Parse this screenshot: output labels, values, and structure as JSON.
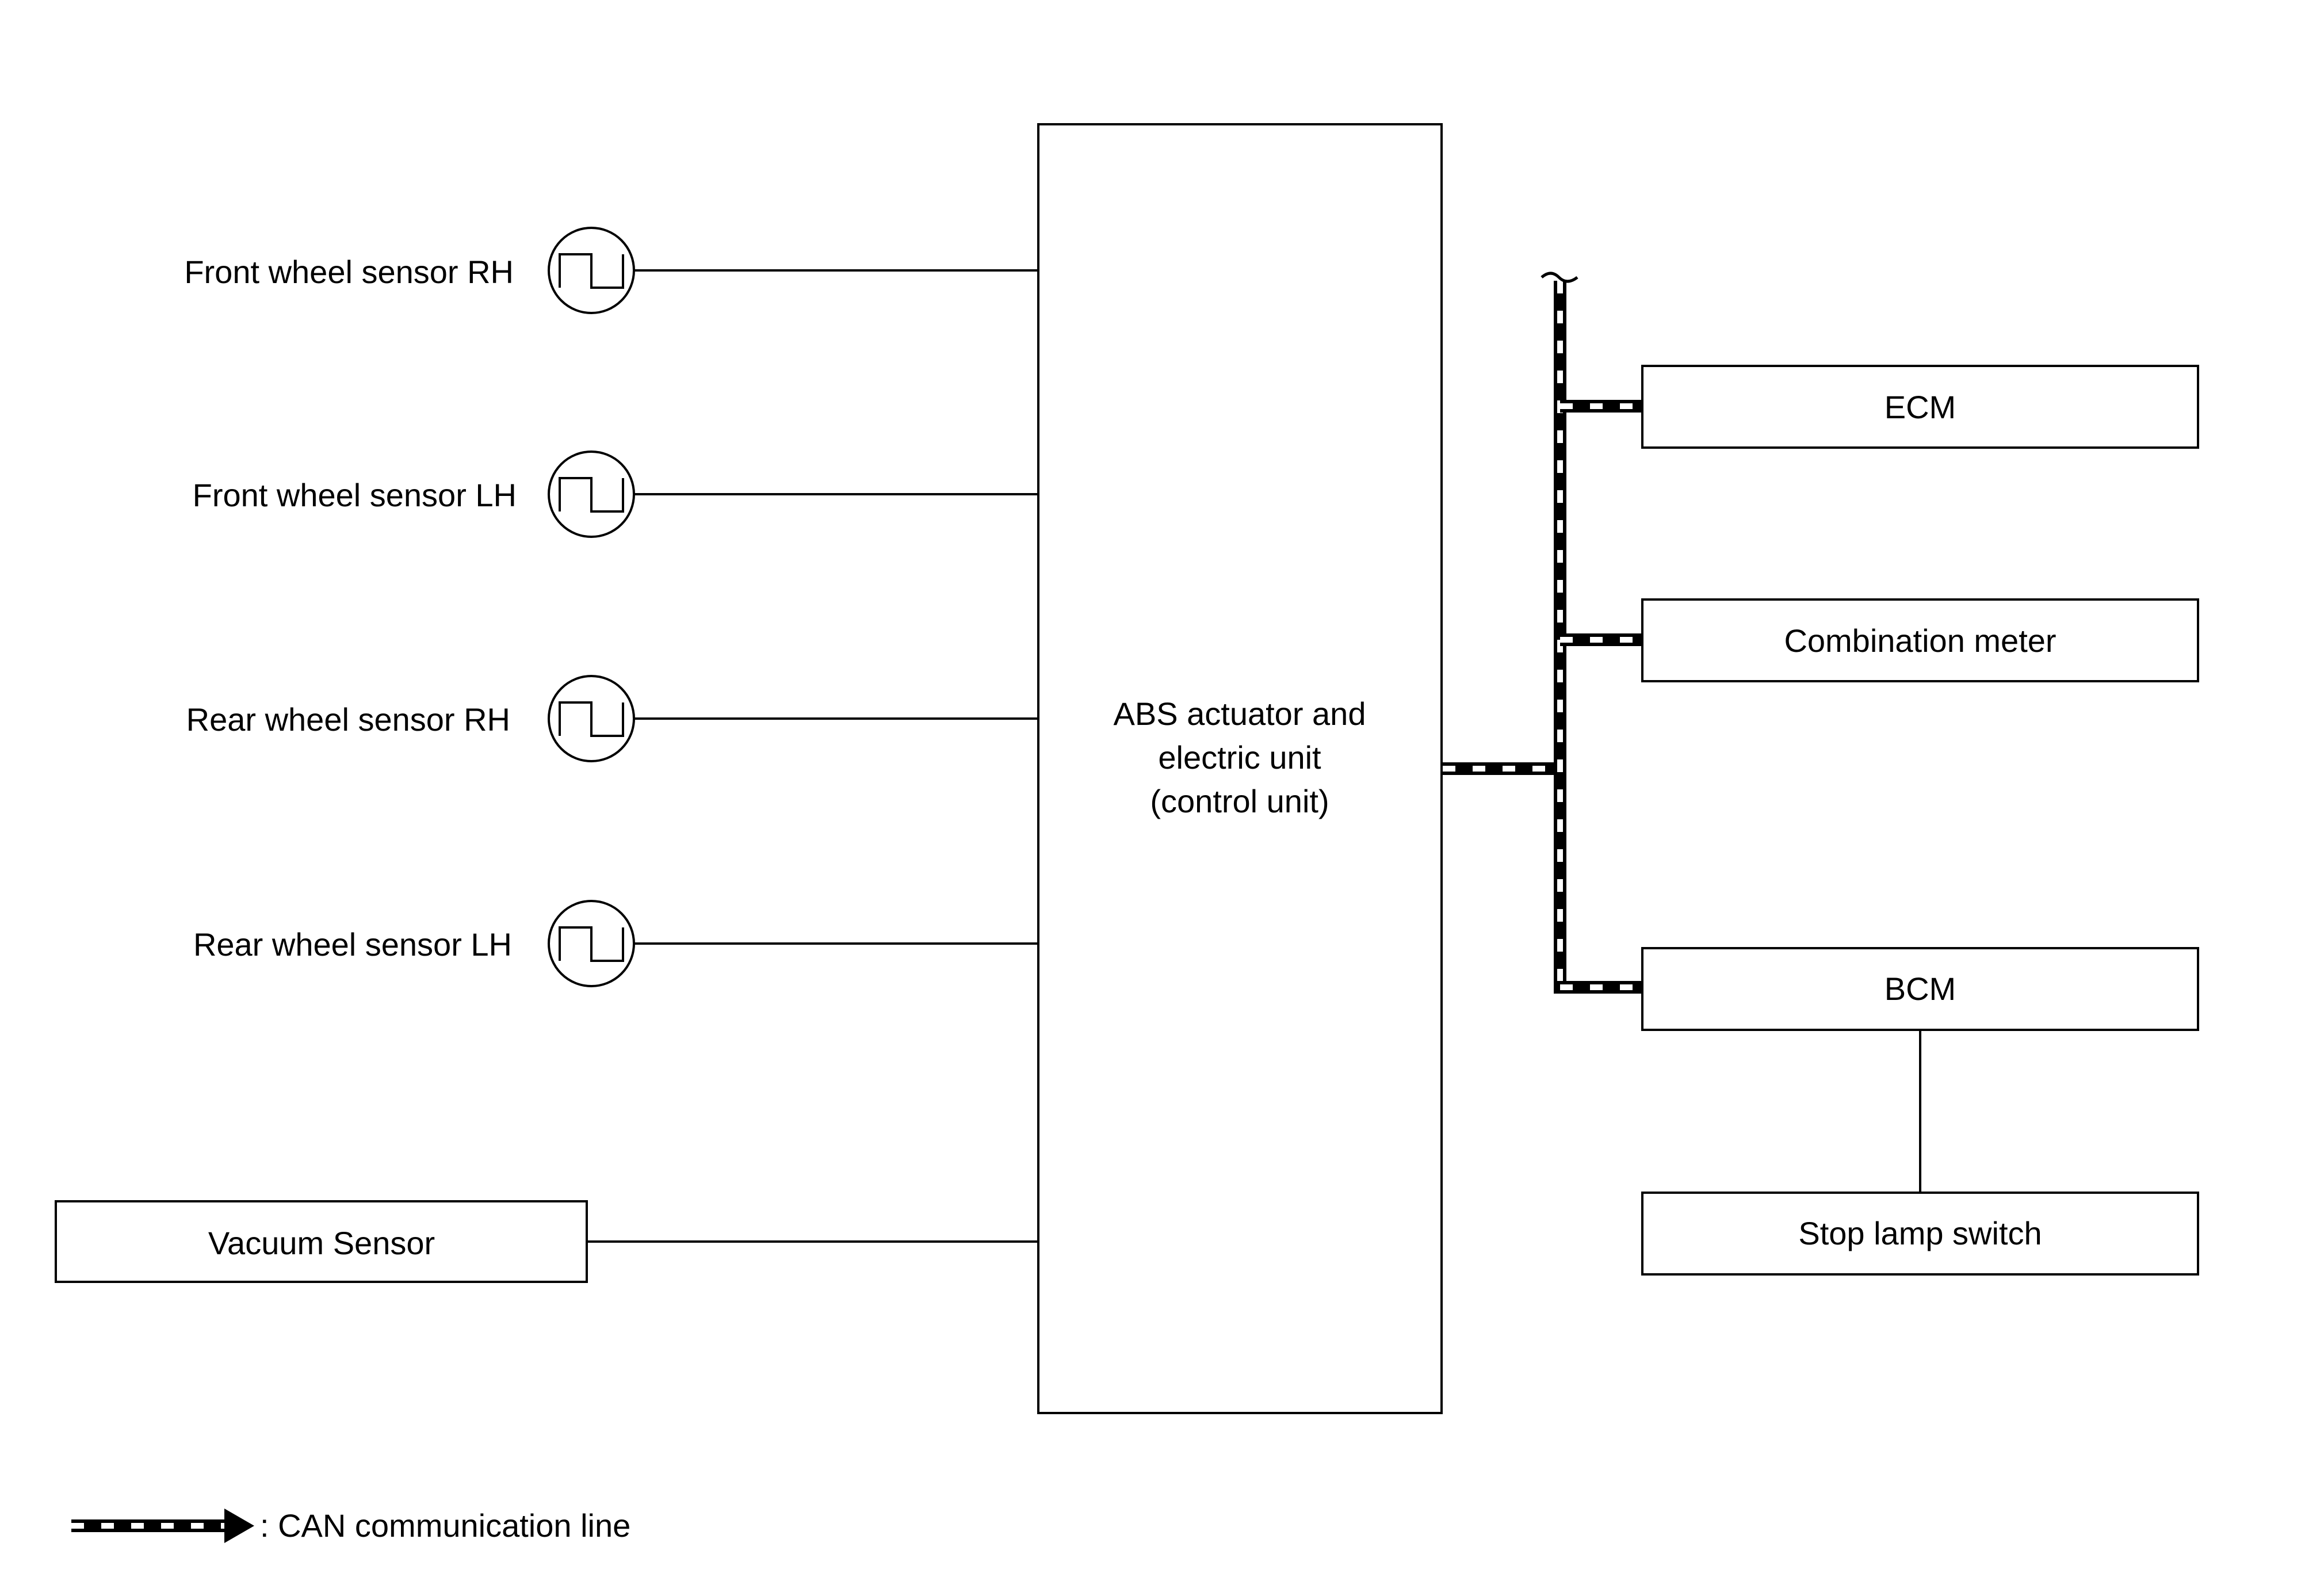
{
  "colors": {
    "stroke": "#000000",
    "background": "#ffffff",
    "can_dash": "#ffffff"
  },
  "sensors": [
    {
      "label": "Front wheel sensor RH",
      "icon": "square-wave-icon"
    },
    {
      "label": "Front wheel sensor LH",
      "icon": "square-wave-icon"
    },
    {
      "label": "Rear wheel sensor RH",
      "icon": "square-wave-icon"
    },
    {
      "label": "Rear wheel sensor LH",
      "icon": "square-wave-icon"
    }
  ],
  "vacuum_sensor": {
    "label": "Vacuum Sensor"
  },
  "control_unit": {
    "line1": "ABS actuator and",
    "line2": "electric unit",
    "line3": "(control unit)"
  },
  "modules": {
    "ecm": "ECM",
    "combination_meter": "Combination meter",
    "bcm": "BCM",
    "stop_lamp_switch": "Stop lamp switch"
  },
  "legend": {
    "label": ": CAN communication line"
  }
}
